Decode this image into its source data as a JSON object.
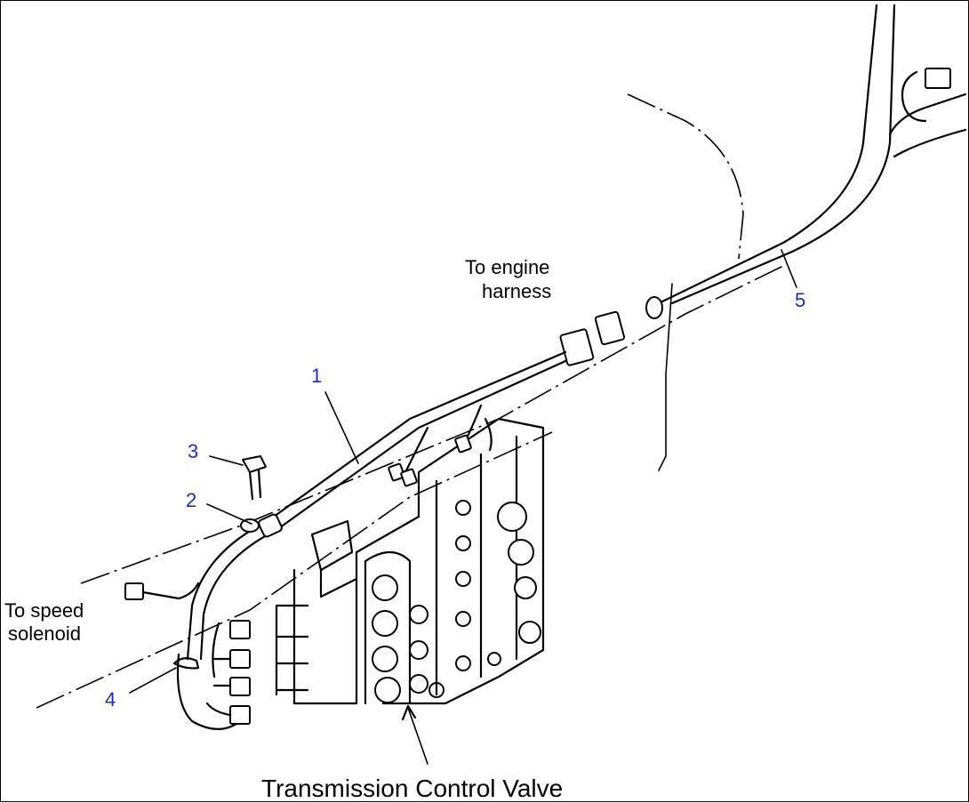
{
  "labels": {
    "engine_harness_line1": "To engine",
    "engine_harness_line2": "harness",
    "speed_solenoid_line1": "To speed",
    "speed_solenoid_line2": "solenoid",
    "valve": "Transmission Control Valve"
  },
  "callouts": {
    "c1": "1",
    "c2": "2",
    "c3": "3",
    "c4": "4",
    "c5": "5"
  },
  "colors": {
    "callout": "#1a2bd6",
    "line": "#000000"
  }
}
